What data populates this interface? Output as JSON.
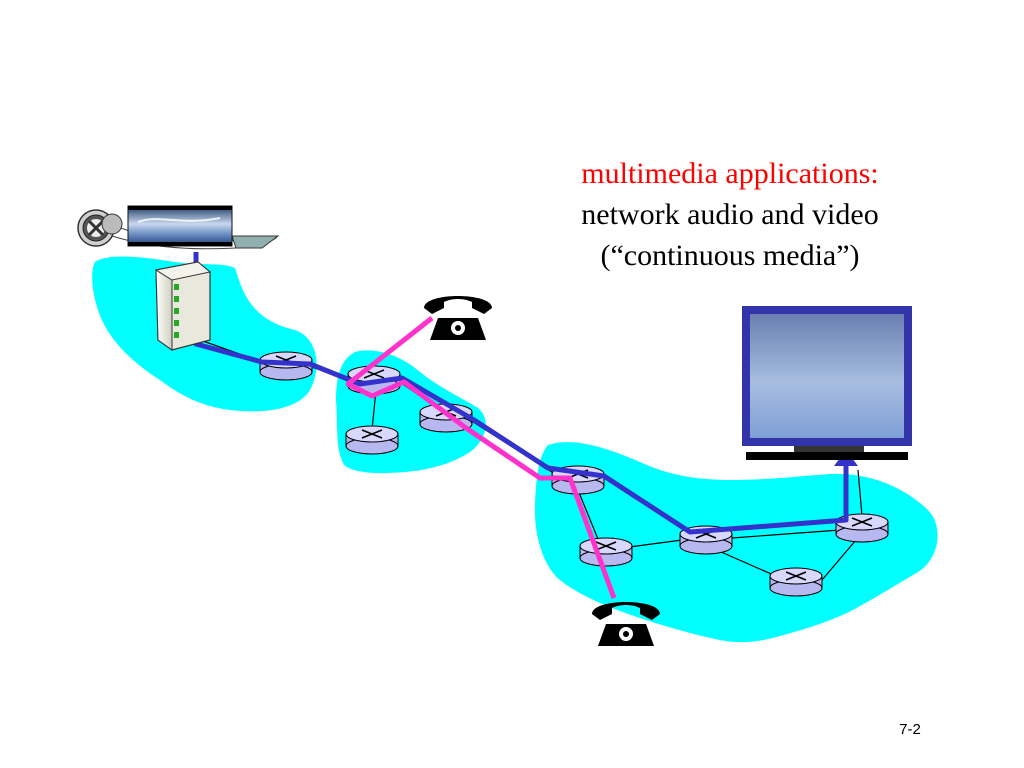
{
  "caption": {
    "heading": "multimedia applications:",
    "line1": "network audio and video",
    "line2": "(“continuous media”)"
  },
  "page_number": "7-2",
  "colors": {
    "heading": "#ff0000",
    "network_cloud": "#00ffff",
    "video_path": "#3333cc",
    "voice_path": "#ff33cc",
    "router_body": "#c8c8ff",
    "monitor_frame": "#3333aa"
  },
  "icons": {
    "media_server": "video-server-icon",
    "film_reel": "film-reel-icon",
    "telephone": "telephone-icon",
    "monitor": "monitor-icon",
    "router": "router-icon"
  }
}
